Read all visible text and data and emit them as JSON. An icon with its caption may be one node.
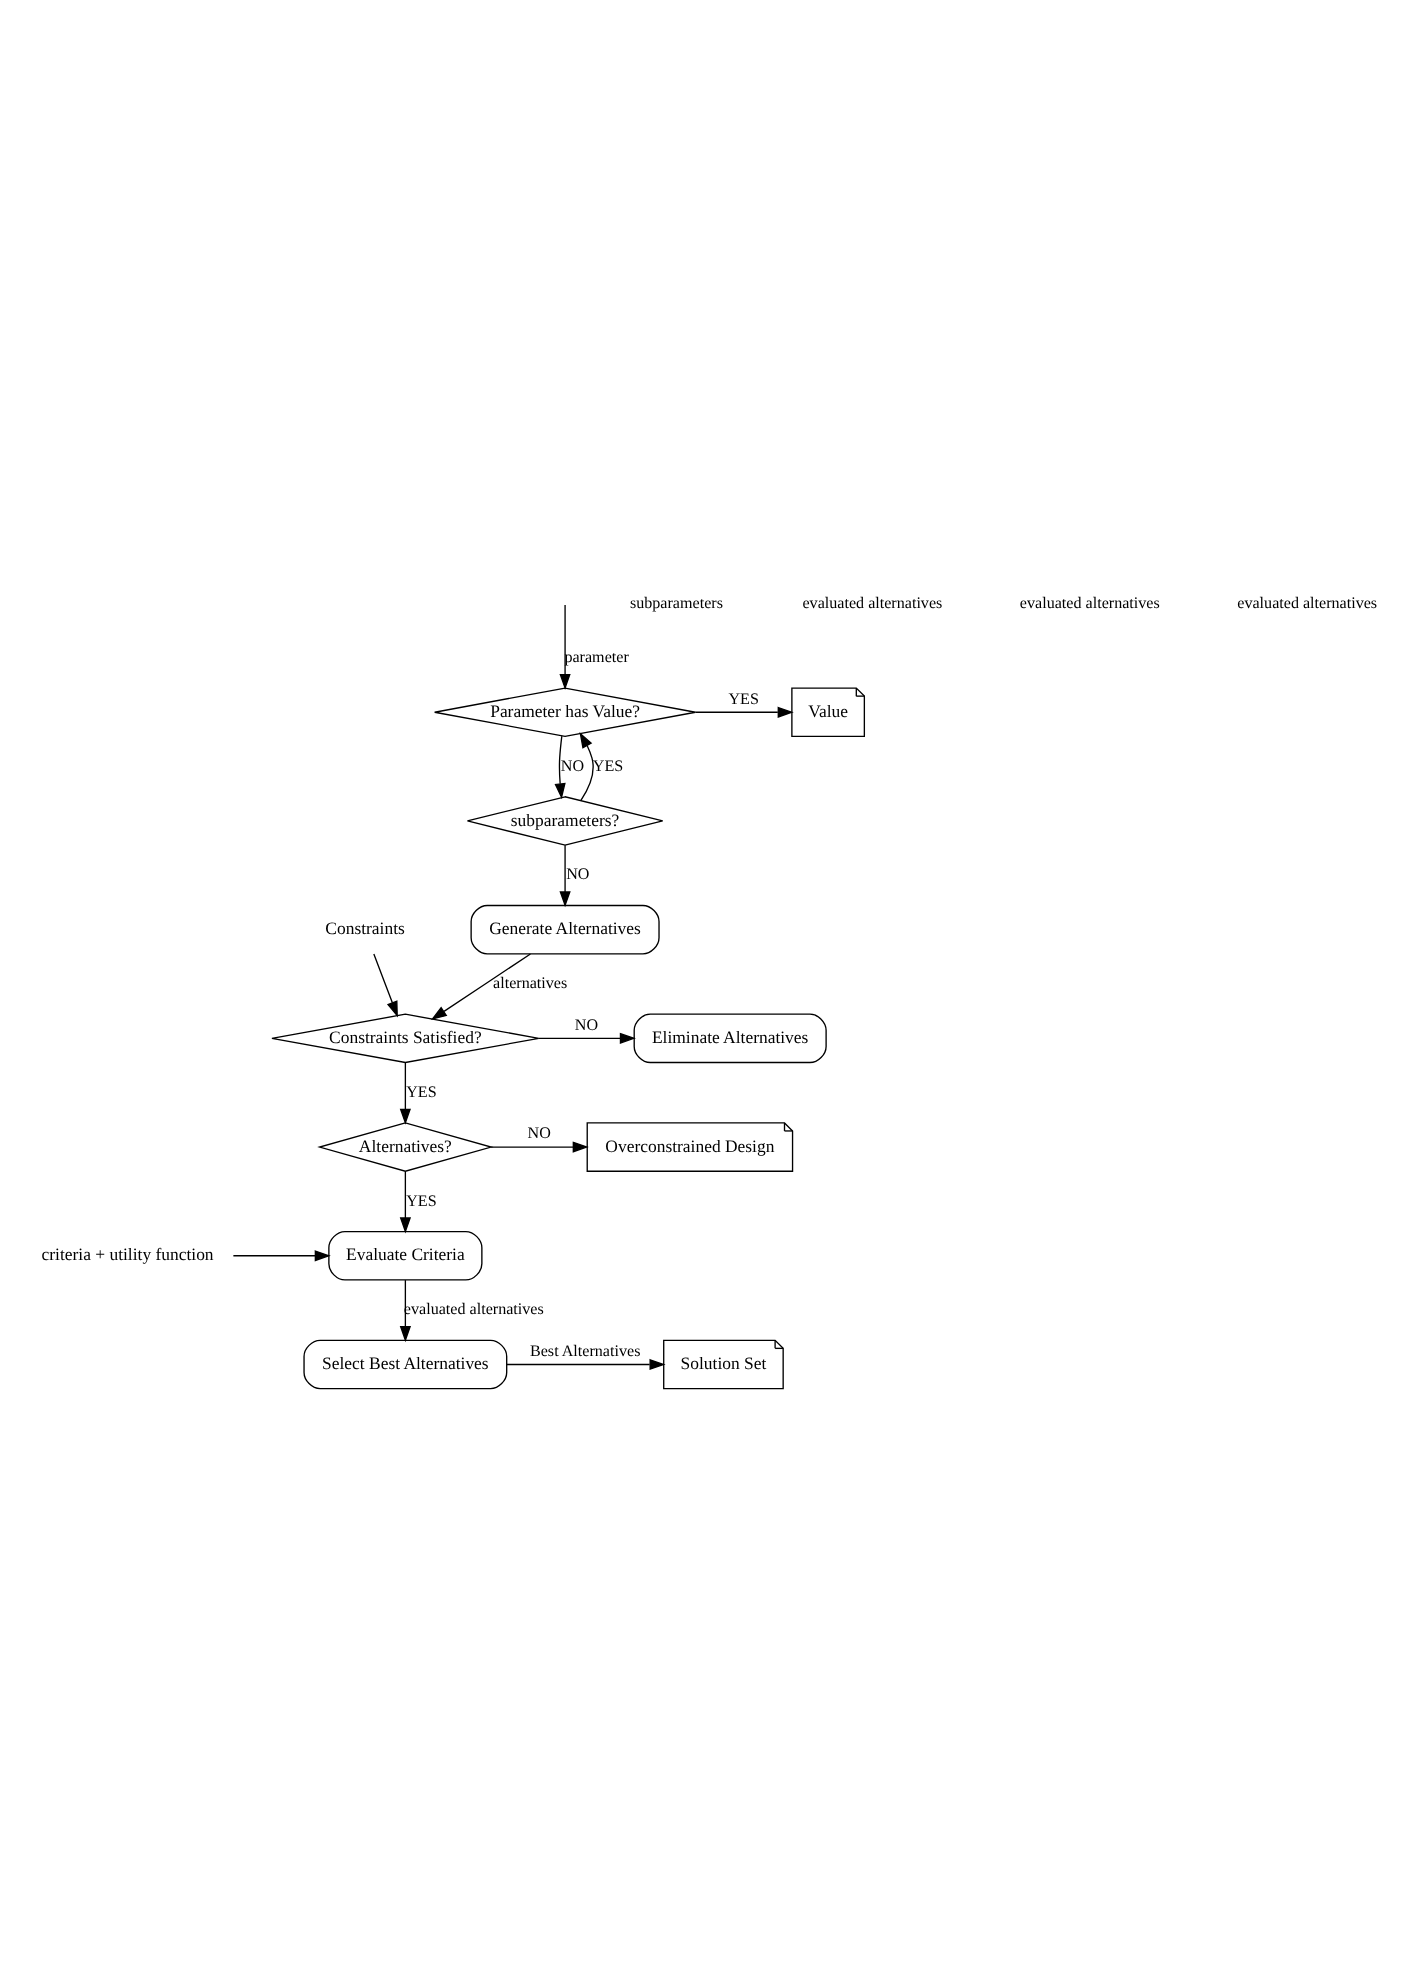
{
  "diagram": {
    "nodes": [
      {
        "text": [
          "Parameter has Value?"
        ]
      },
      {
        "text": [
          "Value"
        ]
      },
      {
        "text": [
          "subparameters?"
        ]
      },
      {
        "text": [
          "Generate Alternatives"
        ]
      },
      {
        "text": [
          "Constraints"
        ]
      },
      {
        "text": [
          "Constraints Satisfied?"
        ]
      },
      {
        "text": [
          "Eliminate Alternatives"
        ]
      },
      {
        "text": [
          "Alternatives?"
        ]
      },
      {
        "text": [
          "Overconstrained Design"
        ]
      },
      {
        "text": [
          "criteria + utility function"
        ]
      },
      {
        "text": [
          "Evaluate Criteria"
        ]
      },
      {
        "text": [
          "Select Best Alternatives"
        ]
      },
      {
        "text": [
          "Solution Set"
        ]
      }
    ],
    "edges": [
      {
        "from": null,
        "to": 0,
        "arrow": "to",
        "label": "parameter"
      },
      {
        "from": 0,
        "to": 1,
        "arrow": "to",
        "label": "YES"
      },
      {
        "from": 0,
        "to": 2,
        "arrow": "to",
        "label": "NO"
      },
      {
        "from": 2,
        "to": 0,
        "arrow": "to",
        "label": "YES"
      },
      {
        "from": 2,
        "to": 3,
        "arrow": "to",
        "label": "NO"
      },
      {
        "from": 3,
        "to": 5,
        "arrow": "to",
        "label": "alternatives"
      },
      {
        "from": 4,
        "to": 5,
        "arrow": "to"
      },
      {
        "from": 5,
        "to": 6,
        "arrow": "to",
        "label": "NO"
      },
      {
        "from": 5,
        "to": 7,
        "arrow": "to",
        "label": "YES"
      },
      {
        "from": 7,
        "to": 8,
        "arrow": "to",
        "label": "NO"
      },
      {
        "from": 7,
        "to": 10,
        "arrow": "to",
        "label": "YES"
      },
      {
        "from": 9,
        "to": 10,
        "arrow": "to"
      },
      {
        "from": 10,
        "to": 11,
        "arrow": "to",
        "label": "evaluated alternatives"
      },
      {
        "from": 11,
        "to": 12,
        "arrow": "to",
        "label": "Best Alternatives"
      }
    ],
    "labels": [
      "subparameters",
      "evaluated alternatives",
      "evaluated alternatives",
      "evaluated alternatives"
    ]
  }
}
